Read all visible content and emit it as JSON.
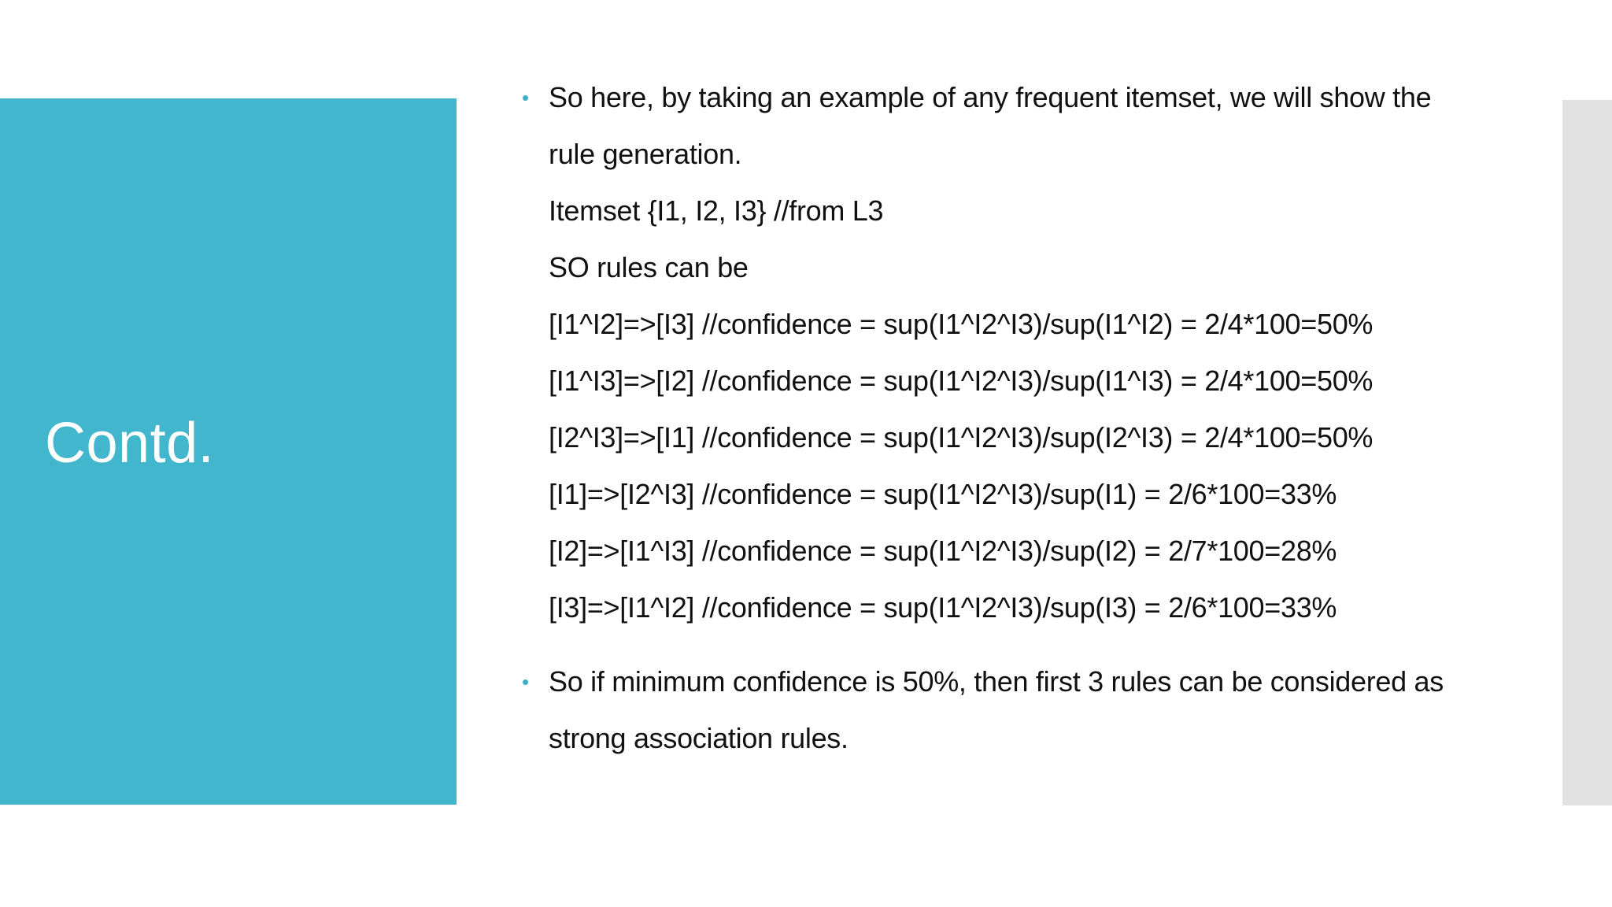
{
  "slide": {
    "title": "Contd.",
    "bullet_char": "•",
    "colors": {
      "accent_teal": "#41B6CC",
      "bullet_teal": "#3FAECB",
      "edge_strip_gray": "#E2E2E2",
      "title_text": "#FFFFFF",
      "body_text": "#111111",
      "background": "#FFFFFF"
    },
    "content": {
      "lines": [
        {
          "bullet": true,
          "text": "So here, by taking an example of any frequent itemset, we will show the"
        },
        {
          "bullet": false,
          "text": "rule generation."
        },
        {
          "bullet": false,
          "text": "Itemset {I1, I2, I3} //from L3"
        },
        {
          "bullet": false,
          "text": "SO rules can be"
        },
        {
          "bullet": false,
          "text": "[I1^I2]=>[I3] //confidence = sup(I1^I2^I3)/sup(I1^I2) = 2/4*100=50%"
        },
        {
          "bullet": false,
          "text": "[I1^I3]=>[I2] //confidence = sup(I1^I2^I3)/sup(I1^I3) = 2/4*100=50%"
        },
        {
          "bullet": false,
          "text": "[I2^I3]=>[I1] //confidence = sup(I1^I2^I3)/sup(I2^I3) = 2/4*100=50%"
        },
        {
          "bullet": false,
          "text": "[I1]=>[I2^I3] //confidence = sup(I1^I2^I3)/sup(I1) = 2/6*100=33%"
        },
        {
          "bullet": false,
          "text": "[I2]=>[I1^I3] //confidence = sup(I1^I2^I3)/sup(I2) = 2/7*100=28%"
        },
        {
          "bullet": false,
          "text": "[I3]=>[I1^I2] //confidence = sup(I1^I2^I3)/sup(I3) = 2/6*100=33%"
        },
        {
          "bullet": true,
          "text": "So if minimum confidence is 50%, then first 3 rules can be considered as"
        },
        {
          "bullet": false,
          "text": "strong association rules."
        }
      ]
    }
  }
}
